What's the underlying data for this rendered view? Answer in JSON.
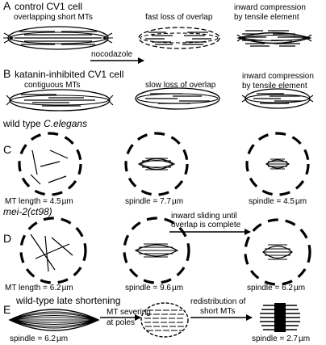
{
  "panels": {
    "A": {
      "letter": "A",
      "title": "control CV1 cell",
      "stage1": "overlapping short MTs",
      "stage2": "fast loss of overlap",
      "stage3_line1": "inward compression",
      "stage3_line2": "by tensile element"
    },
    "arrow_nocodazole": "nocodazole",
    "B": {
      "letter": "B",
      "title": "katanin-inhibited CV1 cell",
      "stage1": "contiguous MTs",
      "stage2": "slow loss of overlap",
      "stage3_line1": "inward compression",
      "stage3_line2": "by tensile element"
    },
    "C": {
      "letter": "C",
      "header_prefix": "wild type ",
      "header_species": "C.elegans",
      "label1_prefix": "MT length = ",
      "label1_value": "4.5",
      "label2_prefix": "spindle = ",
      "label2_value": "7.7",
      "label3_prefix": "spindle = ",
      "label3_value": "4.5",
      "unit": "µm"
    },
    "D": {
      "letter": "D",
      "header": "mei-2(ct98)",
      "arrow_line1": "inward sliding until",
      "arrow_line2": "overlap is complete",
      "label1_prefix": "MT length = ",
      "label1_value": "6.2",
      "label2_prefix": "spindle = ",
      "label2_value": "9.6",
      "label3_prefix": "spindle = ",
      "label3_value": "6.2",
      "unit": "µm"
    },
    "E": {
      "letter": "E",
      "header": "wild-type late shortening",
      "arrow1_line1": "MT severing",
      "arrow1_line2": "at poles",
      "arrow2_line1": "redistribution of",
      "arrow2_line2": "short MTs",
      "label1_prefix": "spindle = ",
      "label1_value": "6.2",
      "label2_prefix": "spindle = ",
      "label2_value": "2.7",
      "unit": "µm"
    }
  }
}
